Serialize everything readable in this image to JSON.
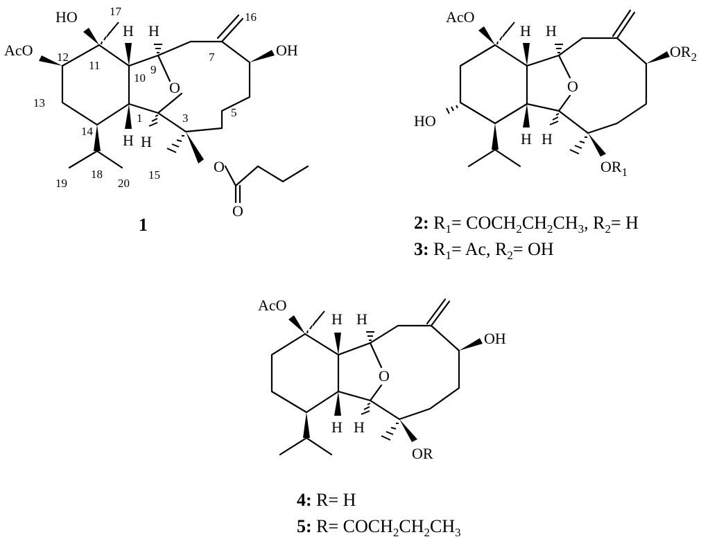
{
  "atoms": {
    "ho": "HO",
    "oh": "OH",
    "aco": "AcO",
    "o": "O",
    "h": "H",
    "or": "OR",
    "or1": "OR",
    "or1_sub": "1",
    "or2": "OR",
    "or2_sub": "2"
  },
  "numbering": {
    "n1": "1",
    "n3": "3",
    "n5": "5",
    "n7": "7",
    "n9": "9",
    "n10": "10",
    "n11": "11",
    "n12": "12",
    "n13": "13",
    "n14": "14",
    "n15": "15",
    "n16": "16",
    "n17": "17",
    "n18": "18",
    "n19": "19",
    "n20": "20"
  },
  "compounds": {
    "c1_label": "1",
    "c2_label": "2:",
    "c2_r1": " R",
    "c2_r1_sub": "1",
    "c2_eq1": "= COCH",
    "c2_s1": "2",
    "c2_ch2": "CH",
    "c2_s2": "2",
    "c2_ch3": "CH",
    "c2_s3": "3",
    "c2_r2": ", R",
    "c2_r2_sub": "2",
    "c2_eq2": "= H",
    "c3_label": "3:",
    "c3_r1": " R",
    "c3_r1_sub": "1",
    "c3_eq1": "= Ac, R",
    "c3_r2_sub": "2",
    "c3_eq2": "= OH",
    "c4_label": "4:",
    "c4_text": " R= H",
    "c5_label": "5:",
    "c5_text": " R= COCH",
    "c5_s1": "2",
    "c5_ch2": "CH",
    "c5_s2": "2",
    "c5_ch3": "CH",
    "c5_s3": "3"
  }
}
